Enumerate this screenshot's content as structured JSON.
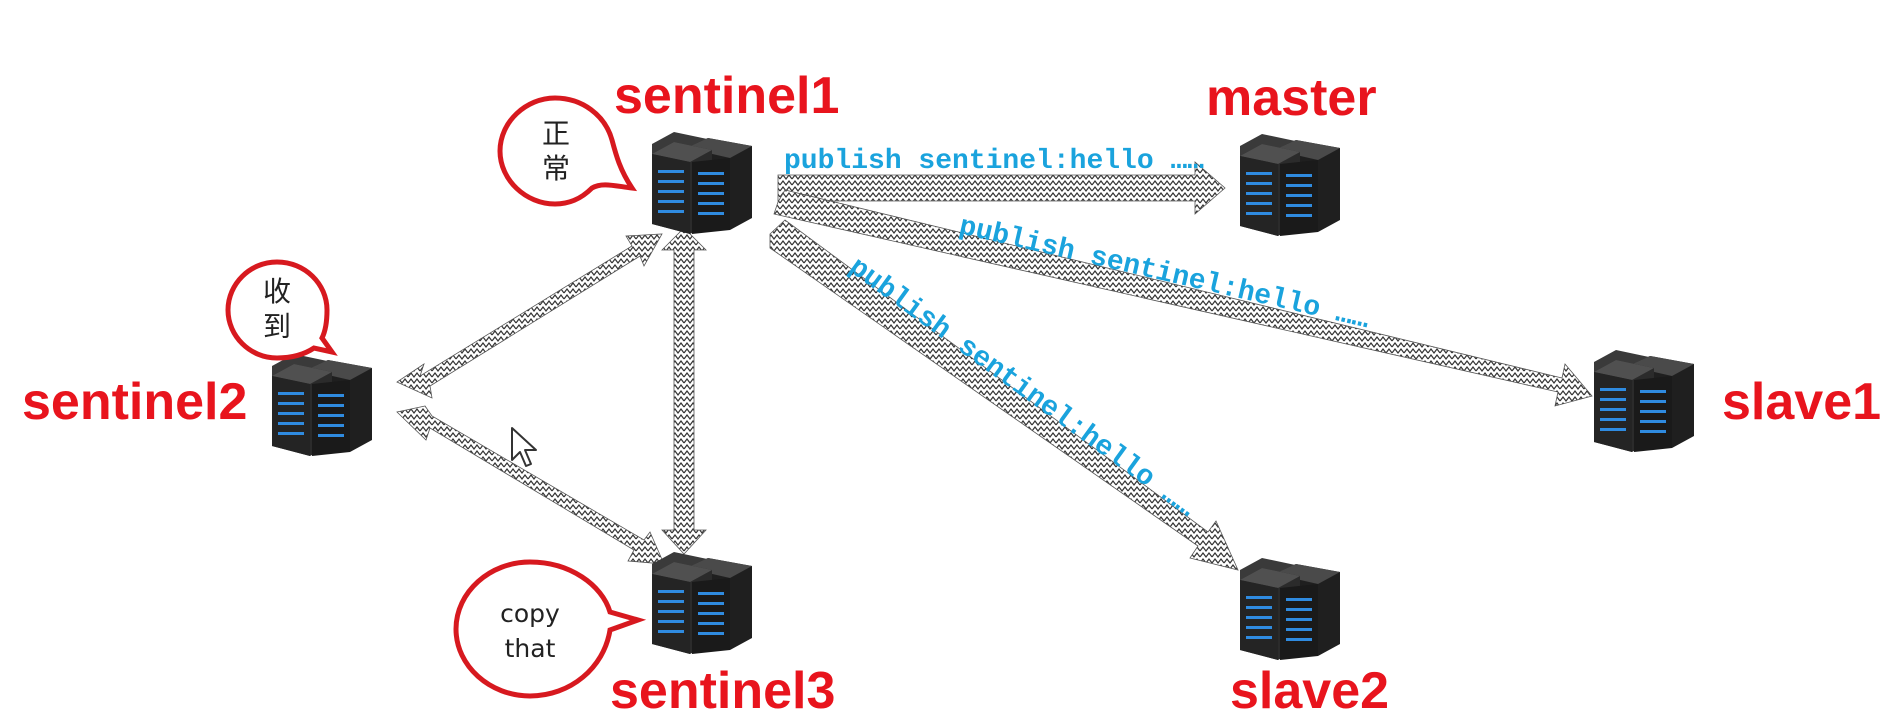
{
  "nodes": {
    "sentinel1": {
      "label": "sentinel1"
    },
    "sentinel2": {
      "label": "sentinel2"
    },
    "sentinel3": {
      "label": "sentinel3"
    },
    "master": {
      "label": "master"
    },
    "slave1": {
      "label": "slave1"
    },
    "slave2": {
      "label": "slave2"
    }
  },
  "bubbles": {
    "sentinel1": {
      "lines": [
        "正",
        "常"
      ]
    },
    "sentinel2": {
      "lines": [
        "收",
        "到"
      ]
    },
    "sentinel3": {
      "lines": [
        "copy",
        "that"
      ]
    }
  },
  "messages": {
    "to_master": "publish sentinel:hello ……",
    "to_slave1": "publish sentinel:hello ……",
    "to_slave2": "publish sentinel:hello ……"
  },
  "colors": {
    "label": "#e8141d",
    "message": "#1aa3dd",
    "bubble_border": "#d7191f",
    "server_body": "#2b2b2b",
    "server_light": "#2f8be0"
  }
}
